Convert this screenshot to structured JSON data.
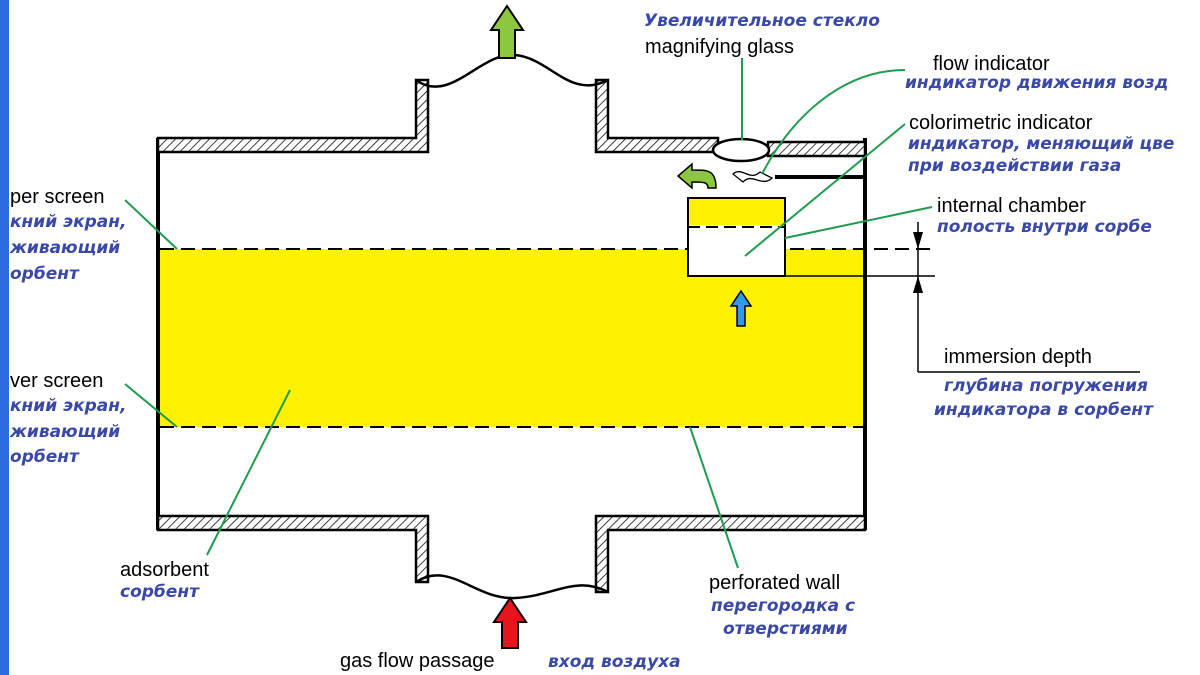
{
  "colors": {
    "edge_bar": "#2f6be0",
    "adsorbent": "#fff200",
    "leader_line": "#1f9b4e",
    "russian_text": "#3a48a8",
    "arrow_outlet": "#8dc63f",
    "arrow_inlet": "#e8141c",
    "arrow_indicator_flow": "#2e9ae8",
    "arrow_small_return": "#8dc63f"
  },
  "icons": {
    "outlet_arrow": "arrow-up-icon",
    "inlet_arrow": "arrow-up-icon",
    "indicator_flow_arrow": "arrow-up-icon",
    "return_arrow": "curved-arrow-left-icon",
    "gas_wisp": "wavy-arrow-icon",
    "magnifier": "ellipse-lens-icon"
  },
  "labels": {
    "magnifying_glass": {
      "ru": "Увеличительное стекло",
      "en": "magnifying glass"
    },
    "flow_indicator": {
      "en": "flow indicator",
      "ru": "индикатор движения возд"
    },
    "colorimetric_indicator": {
      "en": "colorimetric indicator",
      "ru_line1": "индикатор, меняющий цве",
      "ru_line2": "при воздействии газа"
    },
    "internal_chamber": {
      "en": "internal chamber",
      "ru": "полость внутри сорбе"
    },
    "immersion_depth": {
      "en": "immersion depth",
      "ru_line1": "глубина погружения",
      "ru_line2": "индикатора в сорбент"
    },
    "upper_screen": {
      "en": "per screen",
      "ru_line1": "кний экран,",
      "ru_line2": "живающий",
      "ru_line3": "орбент"
    },
    "lower_screen": {
      "en": "ver screen",
      "ru_line1": "кний экран,",
      "ru_line2": "живающий",
      "ru_line3": "орбент"
    },
    "adsorbent": {
      "en": "adsorbent",
      "ru": "сорбент"
    },
    "perforated_wall": {
      "en": "perforated wall",
      "ru_line1": "перегородка с",
      "ru_line2": "отверстиями"
    },
    "gas_flow_passage": {
      "en": "gas flow passage",
      "ru": "вход воздуха"
    }
  }
}
